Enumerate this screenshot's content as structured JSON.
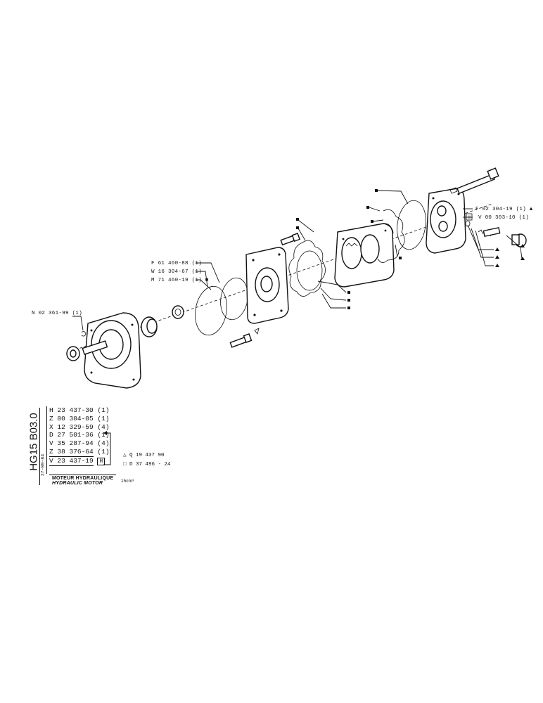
{
  "callouts": {
    "n02": "N 02 361-99 (1)",
    "f61": "F 61 460-88 (1)",
    "w16": "W 16 304-67 (1)",
    "m71": "M 71 460-19 (1) ■",
    "f02": "F 02 304-19 (1) ▲",
    "v00": "V 00 303-10 (1)"
  },
  "parts_list": [
    "H 23  437-30 (1)",
    "Z 00  304-05 (1)",
    "X 12  329-59 (4)",
    "D 27  501-36 (1)",
    "V 35  287-94 (4)",
    "Z 38  376-64 (1)",
    "V 23  437-19"
  ],
  "kit_codes": {
    "triangle": "△ Q 19 437  90",
    "square": "□ D 37 496 - 24"
  },
  "vertical_code": "HG15  B03.0",
  "date": "27-09-84",
  "title_fr": "MOTEUR HYDRAULIQUE",
  "title_en": "HYDRAULIC MOTOR",
  "displacement": "15cm³",
  "box_marker": "H"
}
